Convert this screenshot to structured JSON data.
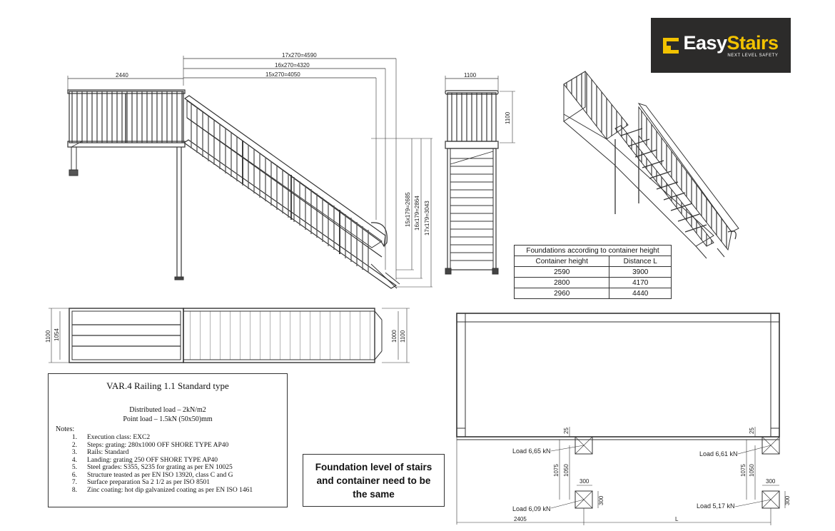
{
  "logo": {
    "word1": "Easy",
    "word2": "Stairs",
    "tagline": "NEXT LEVEL SAFETY",
    "accent": "#f2c200",
    "background": "#2c2b2a"
  },
  "side_view": {
    "landing_width": "2440",
    "dim_17": "17x270=4590",
    "dim_16": "16x270=4320",
    "dim_15": "15x270=4050",
    "rise_15": "15x179=2685",
    "rise_16": "16x179=2864",
    "rise_17": "17x179=3043"
  },
  "front_view": {
    "width": "1100",
    "rail_height": "1100"
  },
  "plan_view": {
    "left_outer": "1100",
    "left_inner": "1054",
    "right_inner": "1000",
    "right_outer": "1100"
  },
  "foundations_table": {
    "caption": "Foundations according to container height",
    "headers": [
      "Container height",
      "Distance L"
    ],
    "rows": [
      [
        "2590",
        "3900"
      ],
      [
        "2800",
        "4170"
      ],
      [
        "2960",
        "4440"
      ]
    ]
  },
  "notes_box": {
    "title": "VAR.4 Railing 1.1 Standard  type",
    "load1": "Distributed load – 2kN/m2",
    "load2": "Point load – 1.5kN (50x50)mm",
    "notes_header": "Notes:",
    "items": [
      {
        "n": "1.",
        "t": "Execution class: EXC2"
      },
      {
        "n": "2.",
        "t": "Steps: grating: 280x1000 OFF SHORE TYPE AP40"
      },
      {
        "n": "3.",
        "t": "Rails: Standard"
      },
      {
        "n": "4.",
        "t": "Landing: grating 250 OFF SHORE TYPE AP40"
      },
      {
        "n": "5.",
        "t": "Steel grades: S355, S235 for grating as per EN 10025"
      },
      {
        "n": "6.",
        "t": "Structure teasted as per EN ISO 13920, class C and G"
      },
      {
        "n": "7.",
        "t": "Surface preparation Sa 2 1/2 as per ISO 8501"
      },
      {
        "n": "8.",
        "t": "Zinc coating: hot dip galvanized coating as per EN ISO 1461"
      }
    ]
  },
  "warning": {
    "line1": "Foundation level of stairs",
    "line2": "and container need to be",
    "line3": "the same"
  },
  "foundation_plan": {
    "load_tl": "Load 6,65 kN",
    "load_tr": "Load 6,61 kN",
    "load_bl": "Load 6,09 kN",
    "load_br": "Load 5,17 kN",
    "dim_25_l": "25",
    "dim_25_r": "25",
    "dim_1075_l": "1075",
    "dim_1050_l": "1050",
    "dim_1075_r": "1075",
    "dim_1050_r": "1050",
    "pad_w_l": "300",
    "pad_h_l": "300",
    "pad_w_r": "300",
    "pad_h_r": "300",
    "dim_2405": "2405",
    "dim_L": "L"
  }
}
